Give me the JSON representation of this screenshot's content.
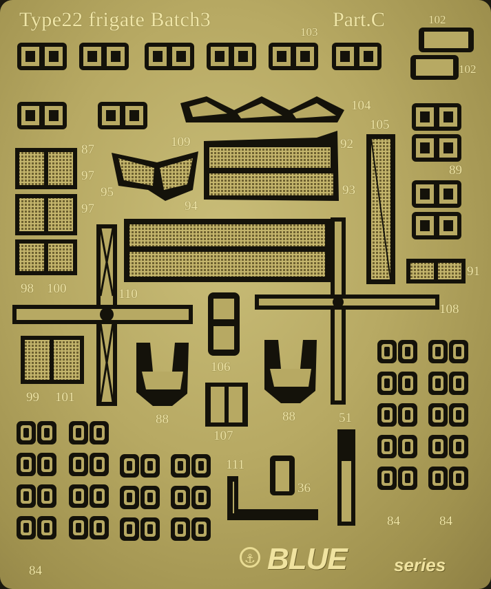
{
  "sheet": {
    "title": "Type22 frigate Batch3",
    "part": "Part.C",
    "brand": "BLUE",
    "brand_sub": "series",
    "logo_icon": "anchor-emblem-icon",
    "colors": {
      "brass": "#b7a963",
      "etch": "#14120a",
      "label": "#f0e6a6"
    }
  },
  "part_numbers": {
    "n103": "103",
    "n102a": "102",
    "n102b": "102",
    "n104": "104",
    "n105": "105",
    "n87": "87",
    "n109": "109",
    "n92": "92",
    "n97a": "97",
    "n97b": "97",
    "n95": "95",
    "n93": "93",
    "n89": "89",
    "n94": "94",
    "n98": "98",
    "n100": "100",
    "n110": "110",
    "n91": "91",
    "n108": "108",
    "n106": "106",
    "n99": "99",
    "n101": "101",
    "n88a": "88",
    "n88b": "88",
    "n107": "107",
    "n51": "51",
    "n111": "111",
    "n36": "36",
    "n84a": "84",
    "n84b": "84",
    "n84c": "84"
  }
}
